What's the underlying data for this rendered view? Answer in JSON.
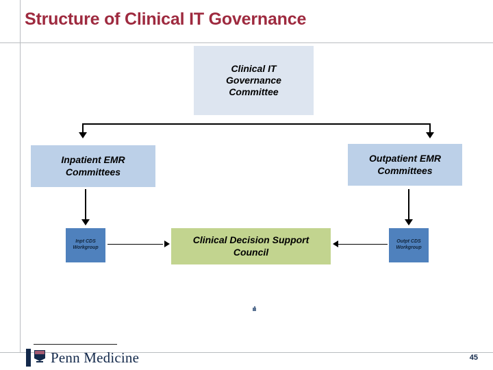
{
  "slide": {
    "title": "Structure of Clinical IT Governance",
    "page_number": "45",
    "title_color": "#9e2a3f"
  },
  "diagram": {
    "type": "org-chart",
    "nodes": [
      {
        "id": "governance-committee",
        "label": "Clinical IT Governance Committee",
        "label_lines": [
          "Clinical IT",
          "Governance",
          "Committee"
        ],
        "level": 1,
        "fill": "#dde5f0"
      },
      {
        "id": "inpatient-emr-committees",
        "label": "Inpatient EMR Committees",
        "label_lines": [
          "Inpatient EMR",
          "Committees"
        ],
        "level": 2,
        "fill": "#bcd0e8"
      },
      {
        "id": "outpatient-emr-committees",
        "label": "Outpatient EMR Committees",
        "label_lines": [
          "Outpatient EMR",
          "Committees"
        ],
        "level": 2,
        "fill": "#bcd0e8"
      },
      {
        "id": "inpt-cds-workgroup",
        "label": "Inpt CDS Workgroup",
        "label_lines": [
          "Inpt CDS",
          "Workgroup"
        ],
        "level": 3,
        "fill": "#4f81bd"
      },
      {
        "id": "outpt-cds-workgroup",
        "label": "Outpt CDS Workgroup",
        "label_lines": [
          "Outpt CDS",
          "Workgroup"
        ],
        "level": 3,
        "fill": "#4f81bd"
      },
      {
        "id": "clinical-decision-support-council",
        "label": "Clinical Decision Support Council",
        "label_lines": [
          "Clinical Decision Support",
          "Council"
        ],
        "level": 3,
        "fill": "#c2d48f"
      }
    ],
    "edges": [
      {
        "from": "governance-committee",
        "to": "inpatient-emr-committees",
        "style": "elbow-down-arrow"
      },
      {
        "from": "governance-committee",
        "to": "outpatient-emr-committees",
        "style": "elbow-down-arrow"
      },
      {
        "from": "inpatient-emr-committees",
        "to": "inpt-cds-workgroup",
        "style": "down-arrow"
      },
      {
        "from": "outpatient-emr-committees",
        "to": "outpt-cds-workgroup",
        "style": "down-arrow"
      },
      {
        "from": "inpt-cds-workgroup",
        "to": "clinical-decision-support-council",
        "style": "right-arrow"
      },
      {
        "from": "outpt-cds-workgroup",
        "to": "clinical-decision-support-council",
        "style": "left-arrow"
      }
    ]
  },
  "footer": {
    "brand": "Penn Medicine",
    "brand_color": "#13294b"
  }
}
